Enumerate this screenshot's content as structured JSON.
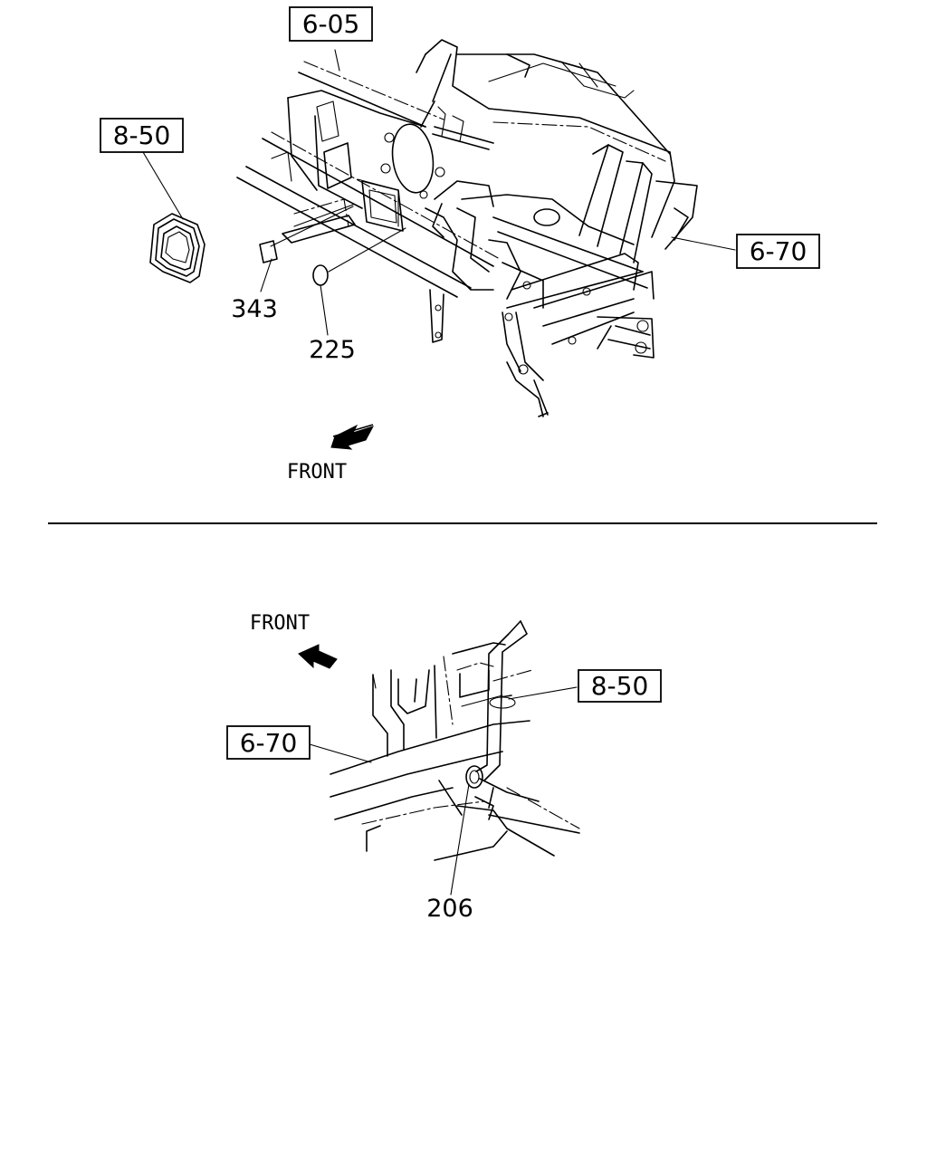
{
  "top_view": {
    "refs": {
      "ref_605": "6-05",
      "ref_850": "8-50",
      "ref_670": "6-70"
    },
    "parts": {
      "part_343": "343",
      "part_225": "225"
    },
    "front_label": "FRONT"
  },
  "bottom_view": {
    "refs": {
      "ref_850": "8-50",
      "ref_670": "6-70"
    },
    "parts": {
      "part_206": "206"
    },
    "front_label": "FRONT"
  },
  "icons": {
    "front_arrow": "front-arrow-icon"
  }
}
